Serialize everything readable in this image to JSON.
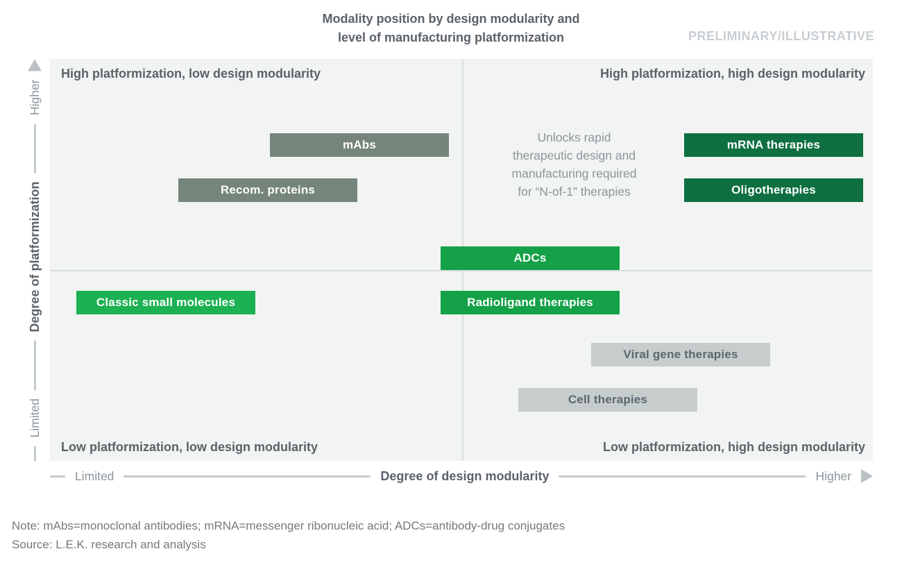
{
  "title": {
    "line1": "Modality position by design modularity and",
    "line2": "level of manufacturing platformization"
  },
  "watermark": "PRELIMINARY/ILLUSTRATIVE",
  "chart_data": {
    "type": "scatter",
    "subtype": "2x2-quadrant-matrix",
    "title": "Modality position by design modularity and level of manufacturing platformization",
    "xlabel": "Degree of design modularity",
    "ylabel": "Degree of platformization",
    "x_axis_left": "Limited",
    "x_axis_right": "Higher",
    "y_axis_top": "Higher",
    "y_axis_bottom": "Limited",
    "xlim": [
      0,
      1
    ],
    "ylim": [
      0,
      1
    ],
    "grid": "center-cross-only",
    "quadrant_labels": {
      "top_left": "High platformization, low design modularity",
      "top_right": "High platformization, high design modularity",
      "bottom_left": "Low platformization, low design modularity",
      "bottom_right": "Low platformization, high design modularity"
    },
    "points": [
      {
        "label": "mAbs",
        "x": 0.38,
        "y": 0.79,
        "color": "#75857B"
      },
      {
        "label": "Recom. proteins",
        "x": 0.26,
        "y": 0.67,
        "color": "#75857B"
      },
      {
        "label": "mRNA therapies",
        "x": 0.88,
        "y": 0.79,
        "color": "#0E6F41"
      },
      {
        "label": "Oligotherapies",
        "x": 0.88,
        "y": 0.67,
        "color": "#0E6F41"
      },
      {
        "label": "ADCs",
        "x": 0.58,
        "y": 0.5,
        "color": "#14A147"
      },
      {
        "label": "Radioligand therapies",
        "x": 0.58,
        "y": 0.39,
        "color": "#14A147"
      },
      {
        "label": "Classic small molecules",
        "x": 0.14,
        "y": 0.39,
        "color": "#1CB152"
      },
      {
        "label": "Viral gene therapies",
        "x": 0.77,
        "y": 0.26,
        "color": "#C6CDCC"
      },
      {
        "label": "Cell therapies",
        "x": 0.68,
        "y": 0.15,
        "color": "#C6CDCC"
      }
    ],
    "annotation": "Unlocks rapid therapeutic design and manufacturing required for “N-of-1” therapies"
  },
  "annotation_lines": {
    "l1": "Unlocks rapid",
    "l2": "therapeutic design and",
    "l3": "manufacturing required",
    "l4": "for “N-of-1” therapies"
  },
  "colors": {
    "plot_background": "#F1F4F2",
    "divider_line": "#D7DCDA",
    "sage_box": "#75857B",
    "dark_green_box": "#0E6F41",
    "mid_green_box": "#14A147",
    "bright_green_box": "#1CB152",
    "light_gray_box": "#C6CDCC",
    "dark_text": "#5B6269",
    "muted_text": "#8D959B",
    "watermark_text": "#C9CED2"
  },
  "footer": {
    "note": "Note: mAbs=monoclonal antibodies; mRNA=messenger ribonucleic acid; ADCs=antibody-drug conjugates",
    "source": "Source: L.E.K. research and analysis"
  }
}
